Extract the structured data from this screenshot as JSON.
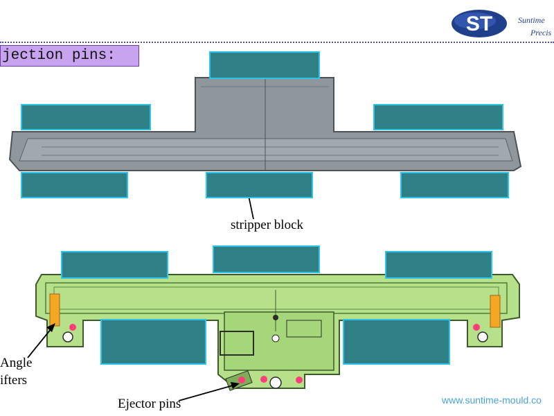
{
  "slide": {
    "title": "jection pins:",
    "brand": {
      "initials": "ST",
      "line1": "Suntime",
      "line2": "Precis"
    },
    "labels": {
      "stripper": "stripper  block",
      "angle_line1": "Angle",
      "angle_line2": "ifters",
      "ejector": "Ejector pins"
    },
    "url": "www.suntime-mould.co"
  },
  "colors": {
    "box_fill": "#2f7f86",
    "box_border": "#2ec4ea",
    "part_top": "#8f969c",
    "part_bottom": "#b6e08a",
    "title_bg": "#c8a3f0",
    "pin": "#ff3d7a",
    "lifter": "#f5a623"
  }
}
